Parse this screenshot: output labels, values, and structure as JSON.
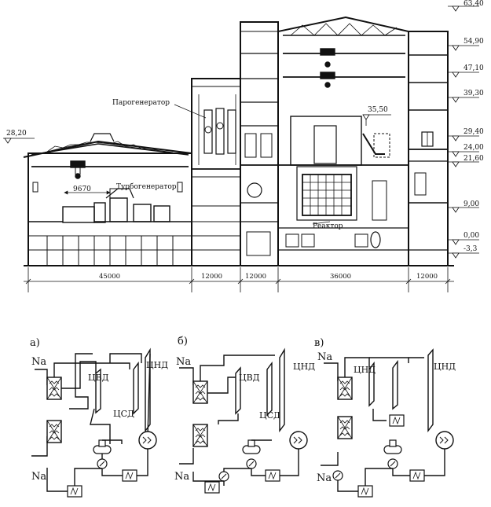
{
  "section": {
    "labels": {
      "steam_generator": "Парогенератор",
      "turbogenerator": "Турбогенератор",
      "reactor": "Реактор",
      "dim_9670": "9670",
      "el_35_50": "35,50"
    },
    "left_elevation": "28,20",
    "right_elevations": [
      "63,40",
      "54,90",
      "47,10",
      "39,30",
      "29,40",
      "24,00",
      "21,60",
      "9,00",
      "0,00",
      "-3,3"
    ],
    "bottom_dims": [
      "45000",
      "12000",
      "12000",
      "36000",
      "12000"
    ]
  },
  "schemes": [
    {
      "letter": "а)",
      "top_na": "Na",
      "bottom_na": "Na",
      "hp_label": "ЦВД",
      "mp_label": "ЦСД",
      "lp_label": "ЦНД"
    },
    {
      "letter": "б)",
      "top_na": "Na",
      "bottom_na": "Na",
      "hp_label": "ЦВД",
      "mp_label": "ЦСД",
      "lp_label": "ЦНД"
    },
    {
      "letter": "в)",
      "top_na": "Na",
      "bottom_na": "Na",
      "lp_label_left": "ЦНД",
      "lp_label_right": "ЦНД"
    }
  ]
}
